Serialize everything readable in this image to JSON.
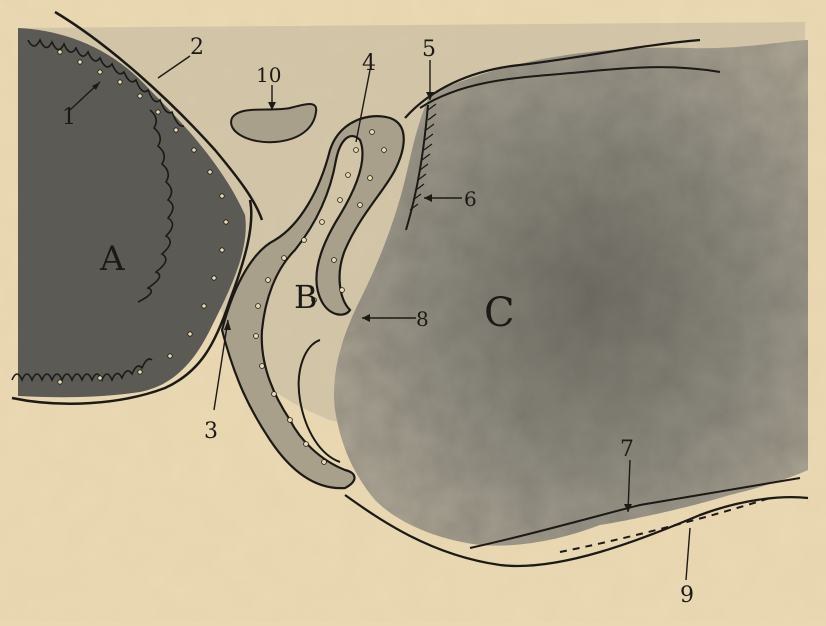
{
  "colors": {
    "paper": "#e9d8b2",
    "paper_edge": "#dcc79c",
    "region_a": "#5c5a55",
    "region_b_fill": "#a9a08c",
    "region_c": "#8c887c",
    "ink": "#1c1a16"
  },
  "regions": {
    "a": "A",
    "b": "B",
    "c": "C"
  },
  "labels": {
    "n1": "1",
    "n2": "2",
    "n3": "3",
    "n4": "4",
    "n5": "5",
    "n6": "6",
    "n7": "7",
    "n8": "8",
    "n9": "9",
    "n10": "10"
  }
}
